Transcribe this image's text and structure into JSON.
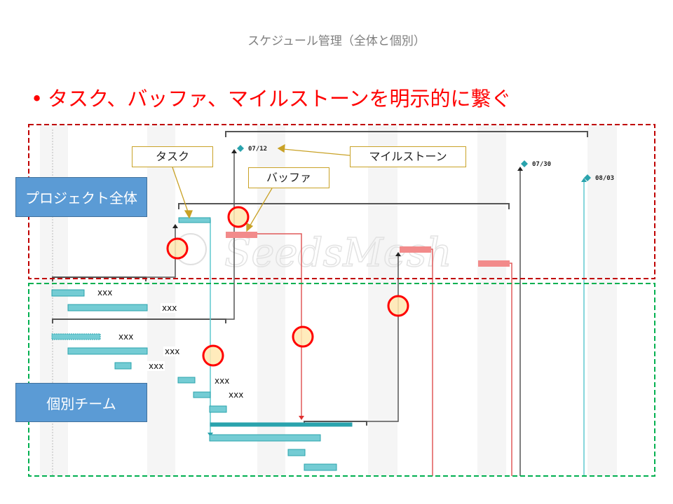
{
  "slide": {
    "title": "スケジュール管理（全体と個別）",
    "bullet": "タスク、バッファ、マイルストーンを明示的に繋ぐ",
    "bullet_color": "#ff0000"
  },
  "groups": {
    "project": "プロジェクト全体",
    "team": "個別チーム"
  },
  "callouts": {
    "task": "タスク",
    "buffer": "バッファ",
    "milestone": "マイルストーン"
  },
  "milestones": [
    {
      "date": "07/12",
      "color": "#2aa3ad"
    },
    {
      "date": "07/30",
      "color": "#2aa3ad"
    },
    {
      "date": "08/03",
      "color": "#2aa3ad"
    }
  ],
  "task_labels": [
    "xxx",
    "xxx",
    "xxx",
    "xxx",
    "xxx",
    "xxx",
    "xxx"
  ],
  "watermark": "© SeedsMesh",
  "colors": {
    "task": "#74ccd4",
    "task_edge": "#2aa3ad",
    "buffer": "#f28b8b",
    "buffer_line": "#e05a5a",
    "summary": "#555555",
    "project_border": "#c00000",
    "team_border": "#00b050",
    "callout_border": "#c9a227",
    "group_fill": "#5b9bd5",
    "marker_fill": "#ffe8b0",
    "marker_stroke": "#ff0000"
  }
}
